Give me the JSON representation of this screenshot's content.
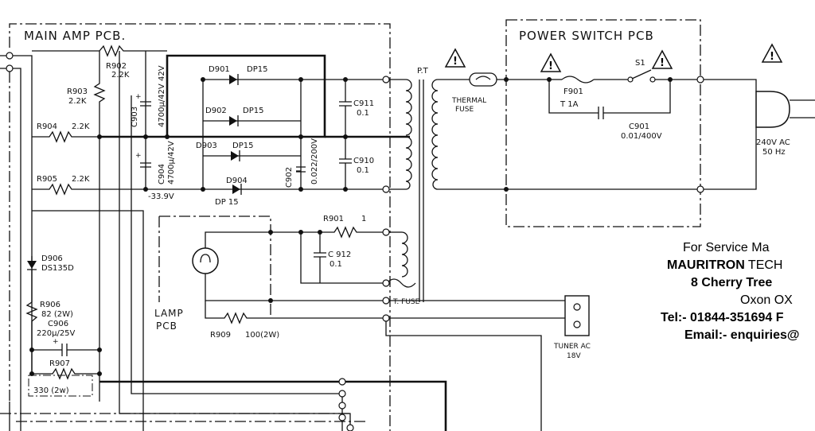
{
  "title": "Power supply section schematic",
  "boxes": {
    "main_amp": "MAIN AMP PCB.",
    "power_switch": "POWER SWITCH PCB",
    "lamp": "LAMP",
    "lamp_pcb": "PCB"
  },
  "components": {
    "r902": {
      "ref": "R902",
      "value": "2.2K"
    },
    "r903": {
      "ref": "R903",
      "value": "2.2K"
    },
    "r904": {
      "ref": "R904",
      "value": "2.2K"
    },
    "r905": {
      "ref": "R905",
      "value": "2.2K"
    },
    "c903": {
      "ref": "C903",
      "value": "4700μ/42V",
      "rail": "42V"
    },
    "c904": {
      "ref": "C904",
      "value": "4700μ/42V"
    },
    "d901": {
      "ref": "D901",
      "type": "DP15"
    },
    "d902": {
      "ref": "D902",
      "type": "DP15"
    },
    "d903": {
      "ref": "D903",
      "type": "DP15"
    },
    "d904": {
      "ref": "D904",
      "type": "DP 15"
    },
    "c902": {
      "ref": "C902",
      "value": "0.022/200V"
    },
    "c911": {
      "ref": "C911",
      "value": "0.1"
    },
    "c910": {
      "ref": "C910",
      "value": "0.1"
    },
    "c912": {
      "ref": "C 912",
      "value": "0.1"
    },
    "r901": {
      "ref": "R901",
      "value": "1"
    },
    "r909": {
      "ref": "R909",
      "value": "100(2W)"
    },
    "d906": {
      "ref": "D906",
      "type": "DS135D"
    },
    "r906": {
      "ref": "R906",
      "value": "82 (2W)"
    },
    "c906": {
      "ref": "C906",
      "value": "220μ/25V"
    },
    "r907": {
      "ref": "R907",
      "value": "330  (2w)"
    },
    "f901": {
      "ref": "F901",
      "value": "T 1A"
    },
    "c901": {
      "ref": "C901",
      "value": "0.01/400V"
    },
    "s1": {
      "ref": "S1"
    }
  },
  "labels": {
    "neg_rail": "-33.9V",
    "transformer": "P.T",
    "thermal_fuse_1": "THERMAL",
    "thermal_fuse_2": "FUSE",
    "t_fuse": "T. FUSE",
    "mains_1": "240V AC",
    "mains_2": "50 Hz",
    "tuner_1": "TUNER AC",
    "tuner_2": "18V",
    "warning_mark": "!"
  },
  "service": {
    "line1": "For Service Ma",
    "line2_bold": "MAURITRON",
    "line2_rest": " TECH",
    "line3": "8 Cherry Tree",
    "line4": "Oxon OX",
    "line5": "Tel:- 01844-351694 F",
    "line6": "Email:- enquiries@"
  }
}
